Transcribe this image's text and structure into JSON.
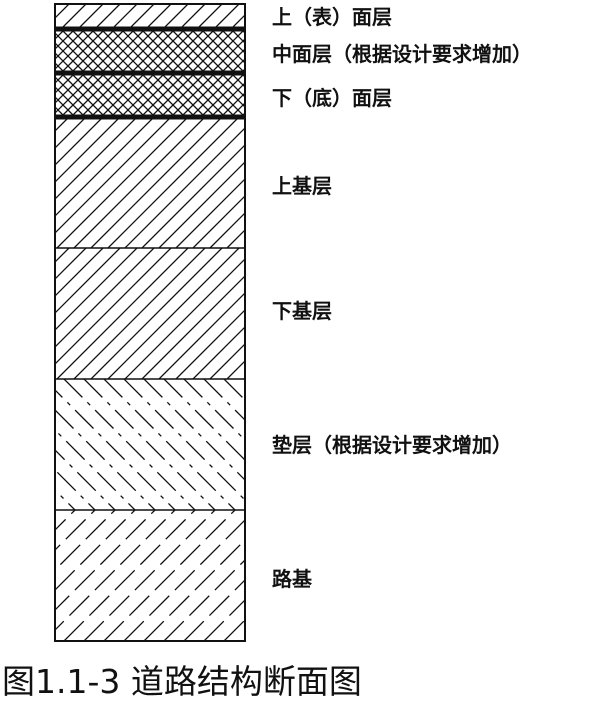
{
  "layers": [
    {
      "label": "上（表）面层",
      "hatch": "diagonal"
    },
    {
      "label": "中面层（根据设计要求增加）",
      "hatch": "crosshatch"
    },
    {
      "label": "下（底）面层",
      "hatch": "crosshatch"
    },
    {
      "label": "上基层",
      "hatch": "diagonal"
    },
    {
      "label": "下基层",
      "hatch": "diagonal"
    },
    {
      "label": "垫层（根据设计要求增加）",
      "hatch": "reverse-dashed"
    },
    {
      "label": "路基",
      "hatch": "dashed"
    }
  ],
  "caption": "图1.1-3 道路结构断面图",
  "colors": {
    "ink": "#111111",
    "background": "#ffffff"
  }
}
